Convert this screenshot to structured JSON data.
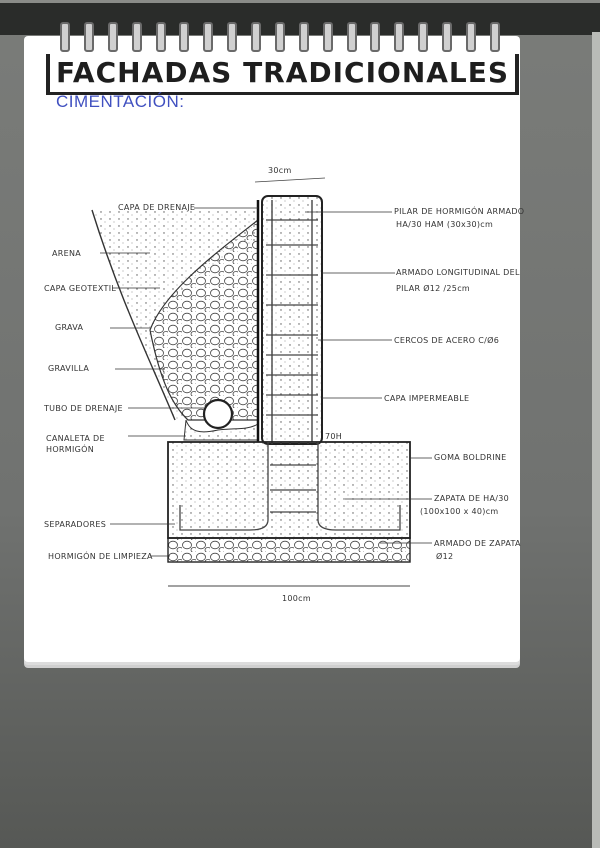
{
  "title": "FACHADAS TRADICIONALES",
  "subtitle": "CIMENTACIÓN:",
  "dimensions": {
    "pillar_width": "30cm",
    "footing_width": "100cm"
  },
  "labels_left": [
    {
      "id": "capa-drenaje",
      "text": "CAPA DE DRENAJE"
    },
    {
      "id": "arena",
      "text": "ARENA"
    },
    {
      "id": "capa-geotextil",
      "text": "CAPA GEOTEXTIL"
    },
    {
      "id": "grava",
      "text": "GRAVA"
    },
    {
      "id": "gravilla",
      "text": "GRAVILLA"
    },
    {
      "id": "tubo-drenaje",
      "text": "TUBO DE DRENAJE"
    },
    {
      "id": "canaleta",
      "text": "CANALETA DE HORMIGÓN"
    },
    {
      "id": "separadores",
      "text": "SEPARADORES"
    },
    {
      "id": "hormigon-limpieza",
      "text": "HORMIGÓN DE LIMPIEZA"
    }
  ],
  "labels_right": [
    {
      "id": "pilar",
      "line1": "PILAR DE HORMIGÓN ARMADO",
      "line2": "HA/30 HAM (30x30)cm"
    },
    {
      "id": "armado-long",
      "line1": "ARMADO LONGITUDINAL DEL",
      "line2": "PILAR Ø12 /25cm"
    },
    {
      "id": "cercos",
      "line1": "CERCOS DE ACERO C/Ø6",
      "line2": ""
    },
    {
      "id": "capa-impermeable",
      "line1": "CAPA IMPERMEABLE",
      "line2": ""
    },
    {
      "id": "goma",
      "line1": "GOMA BOLDRINE",
      "line2": ""
    },
    {
      "id": "zapata",
      "line1": "ZAPATA DE HA/30",
      "line2": "(100x100 x 40)cm"
    },
    {
      "id": "armado-zapata",
      "line1": "ARMADO DE ZAPATA",
      "line2": "Ø12"
    }
  ],
  "small_mark": "70H"
}
